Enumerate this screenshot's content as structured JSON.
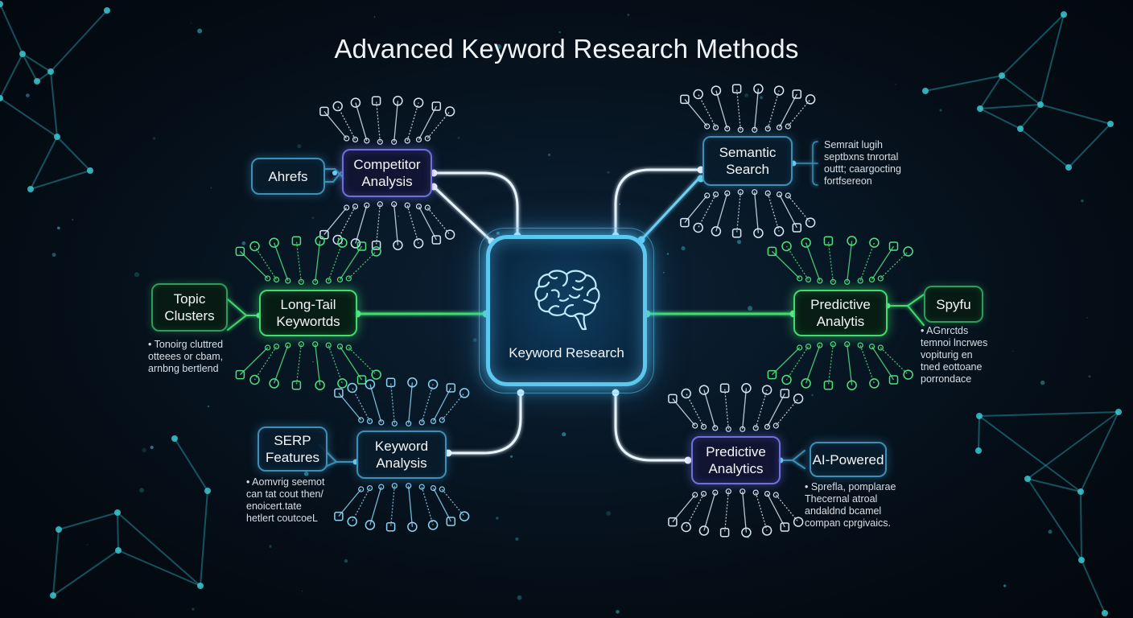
{
  "title": "Advanced Keyword Research Methods",
  "hub": {
    "label": "Keyword Research",
    "icon": "brain-icon"
  },
  "branches": [
    {
      "id": "competitor-analysis",
      "label": "Competitor Analysis",
      "style": "purple",
      "tool": {
        "label": "Ahrefs"
      },
      "note": ""
    },
    {
      "id": "semantic-search",
      "label": "Semantic Search",
      "style": "cyan",
      "tool": null,
      "note": "Semrait lugih\nseptbxns tnrortal\nouttt; caargocting\nfortfsereon"
    },
    {
      "id": "long-tail-keywords",
      "label": "Long-Tail Keywords",
      "display_label": "Long-Tail Keywortds",
      "style": "green",
      "tool": {
        "label": "Topic Clusters"
      },
      "note": "• Tonoirg cluttred\n  otteees or cbam,\n  arnbng bertlend"
    },
    {
      "id": "predictive-analytics-right",
      "label": "Predictive Analytis",
      "style": "green",
      "tool": {
        "label": "Spyfu"
      },
      "note": "• AGnrctds\n  temnoi lncrwes\n  vopiturig en\n  tned eottoane\n  porrondace"
    },
    {
      "id": "keyword-analysis",
      "label": "Keyword Analysis",
      "style": "cyan",
      "tool": {
        "label": "SERP Features"
      },
      "note": "• Aomvrig seemot\n  can tat cout then/\n  enoicert.tate\n  hetlert coutcoeL"
    },
    {
      "id": "predictive-analytics-bottom",
      "label": "Predictive Analytics",
      "style": "purple",
      "tool": {
        "label": "AI-Powered"
      },
      "note": "• Sprefla, pomplarae\n  Thecernal atroal\n  andaldnd bcamel\n  compan cprgivaics."
    }
  ],
  "colors": {
    "hub": "#5cc8f0",
    "purple": "#6f6fe0",
    "green": "#3fdc6e",
    "cyan": "#3d8fb8",
    "network": "#2aa8b8",
    "background": "#040b13"
  }
}
